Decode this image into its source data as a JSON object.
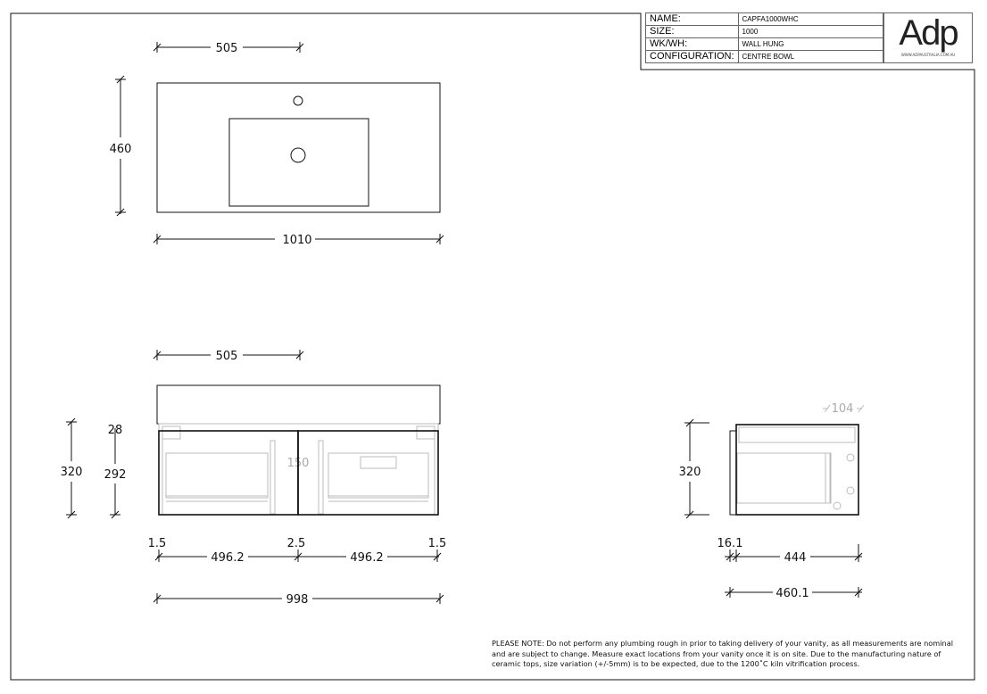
{
  "title_block": {
    "rows": [
      {
        "label": "NAME:",
        "value": "CAPFA1000WHC"
      },
      {
        "label": "SIZE:",
        "value": "1000"
      },
      {
        "label": "WK/WH:",
        "value": "WALL HUNG"
      },
      {
        "label": "CONFIGURATION:",
        "value": "CENTRE BOWL"
      }
    ],
    "logo": "Adp",
    "logo_url": "WWW.ADPAUSTRALIA.COM.AU"
  },
  "top_view": {
    "tap_offset": "505",
    "depth": "460",
    "width": "1010"
  },
  "front_view": {
    "tap_offset": "505",
    "total_height": "320",
    "top_thickness": "28",
    "cabinet_height": "292",
    "inner_dim": "150",
    "gap_left": "1.5",
    "gap_mid": "2.5",
    "gap_right": "1.5",
    "door_left": "496.2",
    "door_right": "496.2",
    "total_width": "998"
  },
  "side_view": {
    "height": "320",
    "inner_dim": "104",
    "back_offset": "16.1",
    "depth": "444",
    "total_depth": "460.1"
  },
  "note": "PLEASE NOTE: Do not perform any plumbing rough in prior to taking delivery of your vanity, as all measurements are nominal and are subject to change. Measure exact locations from your vanity once it is on site. Due to the manufacturing nature of ceramic tops, size variation (+/-5mm) is to be expected, due to the 1200˚C kiln vitrification process."
}
